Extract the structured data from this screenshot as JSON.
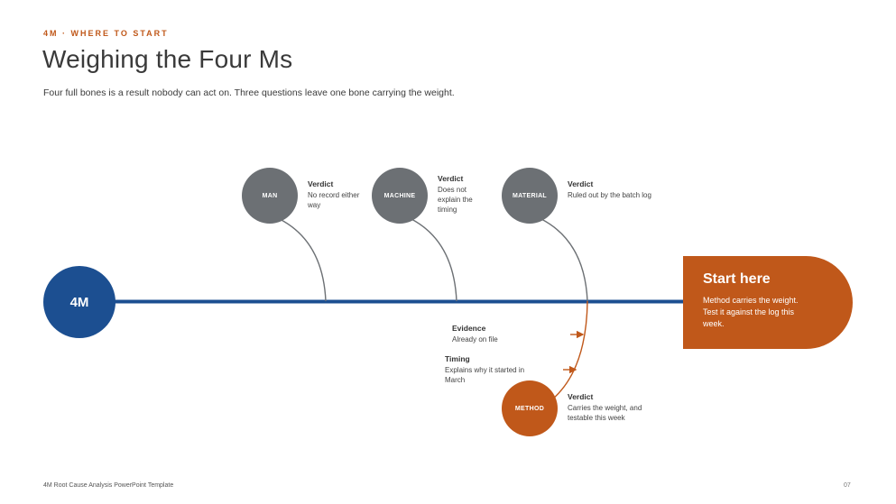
{
  "header": {
    "eyebrow": "4M · WHERE TO START",
    "title": "Weighing the Four Ms",
    "subtitle": "Four full bones is a result nobody can act on. Three questions leave one bone carrying the weight."
  },
  "spine": {
    "label": "4M"
  },
  "bones": [
    {
      "id": "man",
      "label": "MAN",
      "verdict_heading": "Verdict",
      "verdict": "No record either way"
    },
    {
      "id": "machine",
      "label": "MACHINE",
      "verdict_heading": "Verdict",
      "verdict": "Does not explain the timing"
    },
    {
      "id": "material",
      "label": "MATERIAL",
      "verdict_heading": "Verdict",
      "verdict": "Ruled out by the batch log"
    },
    {
      "id": "method",
      "label": "METHOD",
      "verdict_heading": "Verdict",
      "verdict": "Carries the weight, and testable this week"
    }
  ],
  "method_notes": [
    {
      "heading": "Evidence",
      "text": "Already on file"
    },
    {
      "heading": "Timing",
      "text": "Explains why it started in March"
    }
  ],
  "start_box": {
    "title": "Start here",
    "text": "Method carries the weight. Test it against the log this week."
  },
  "footer": {
    "left": "4M Root Cause Analysis PowerPoint Template",
    "page": "07"
  },
  "colors": {
    "accent": "#c0581a",
    "spine": "#1c4f91",
    "neutral": "#6c7074"
  }
}
